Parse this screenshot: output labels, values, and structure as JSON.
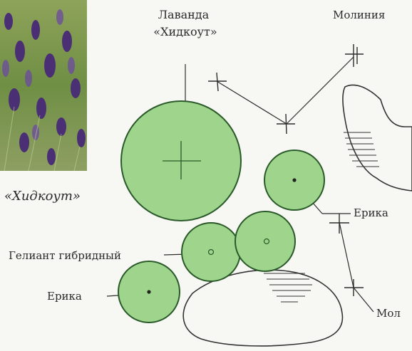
{
  "photo_caption": "«Хидкоут»",
  "labels": {
    "lavender": "Лаванда\n«Хидкоут»",
    "molinia_top": "Молиния",
    "erika_right": "Ерика",
    "heliant": "Гелиант гибридный",
    "erika_left": "Ерика",
    "molinia_bottom": "Мол"
  },
  "colors": {
    "plant_fill": "#9fd48c",
    "plant_stroke": "#2a5a2a",
    "background": "#f7f7f3"
  }
}
